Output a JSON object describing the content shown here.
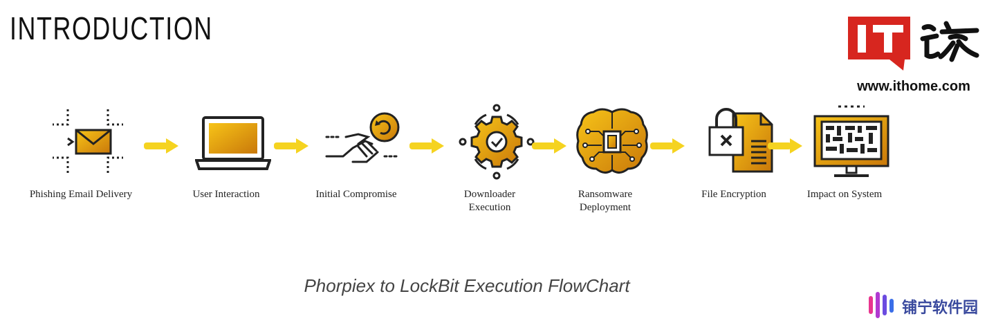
{
  "heading": "INTRODUCTION",
  "brand": {
    "logo_text": "IT之家",
    "url": "www.ithome.com",
    "color": "#d7261f"
  },
  "flow": {
    "accent": "#e9a20e",
    "arrow_color": "#f5d320",
    "steps": [
      {
        "label": "Phishing Email Delivery",
        "icon": "envelope-icon"
      },
      {
        "label": "User Interaction",
        "icon": "laptop-icon"
      },
      {
        "label": "Initial Compromise",
        "icon": "handshake-icon"
      },
      {
        "label": "Downloader Execution",
        "icon": "gear-check-icon"
      },
      {
        "label": "Ransomware Deployment",
        "icon": "brain-chip-icon"
      },
      {
        "label": "File Encryption",
        "icon": "locked-file-icon"
      },
      {
        "label": "Impact on System",
        "icon": "monitor-icon"
      }
    ]
  },
  "caption": "Phorpiex to LockBit Execution FlowChart",
  "watermark": {
    "text": "铺宁软件园"
  }
}
